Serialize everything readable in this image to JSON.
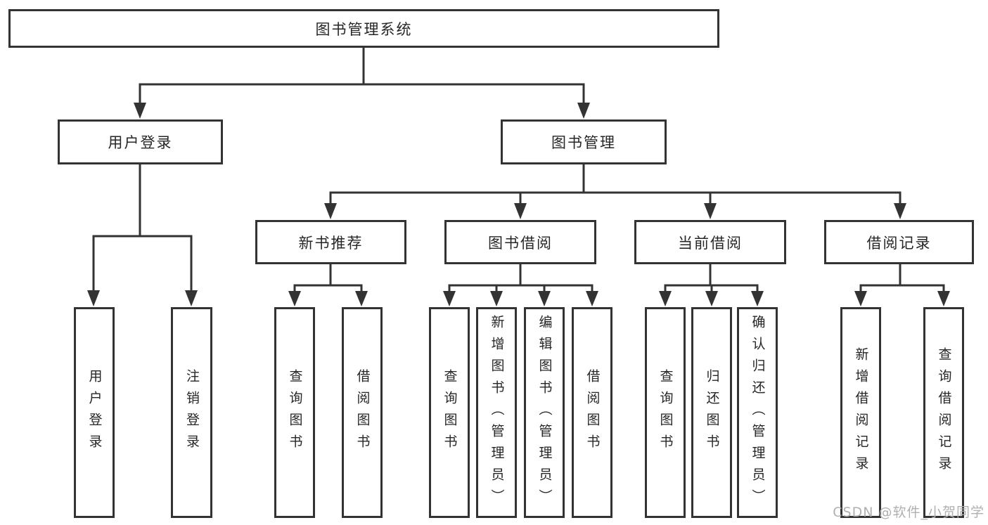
{
  "chart": {
    "title": "图书管理系统",
    "branches": [
      {
        "label": "用户登录",
        "children": [
          {
            "label": "用户登录"
          },
          {
            "label": "注销登录"
          }
        ]
      },
      {
        "label": "图书管理",
        "children": [
          {
            "label": "新书推荐",
            "children": [
              {
                "label": "查询图书"
              },
              {
                "label": "借阅图书"
              }
            ]
          },
          {
            "label": "图书借阅",
            "children": [
              {
                "label": "查询图书"
              },
              {
                "label": "新增图书（管理员）"
              },
              {
                "label": "编辑图书（管理员）"
              },
              {
                "label": "借阅图书"
              }
            ]
          },
          {
            "label": "当前借阅",
            "children": [
              {
                "label": "查询图书"
              },
              {
                "label": "归还图书"
              },
              {
                "label": "确认归还（管理员）"
              }
            ]
          },
          {
            "label": "借阅记录",
            "children": [
              {
                "label": "新增借阅记录"
              },
              {
                "label": "查询借阅记录"
              }
            ]
          }
        ]
      }
    ]
  },
  "watermark": "CSDN @软件_小贺同学",
  "colors": {
    "line": "#333333",
    "box_border": "#333333",
    "text": "#262626",
    "watermark": "#b0b0b0",
    "background": "#ffffff"
  }
}
